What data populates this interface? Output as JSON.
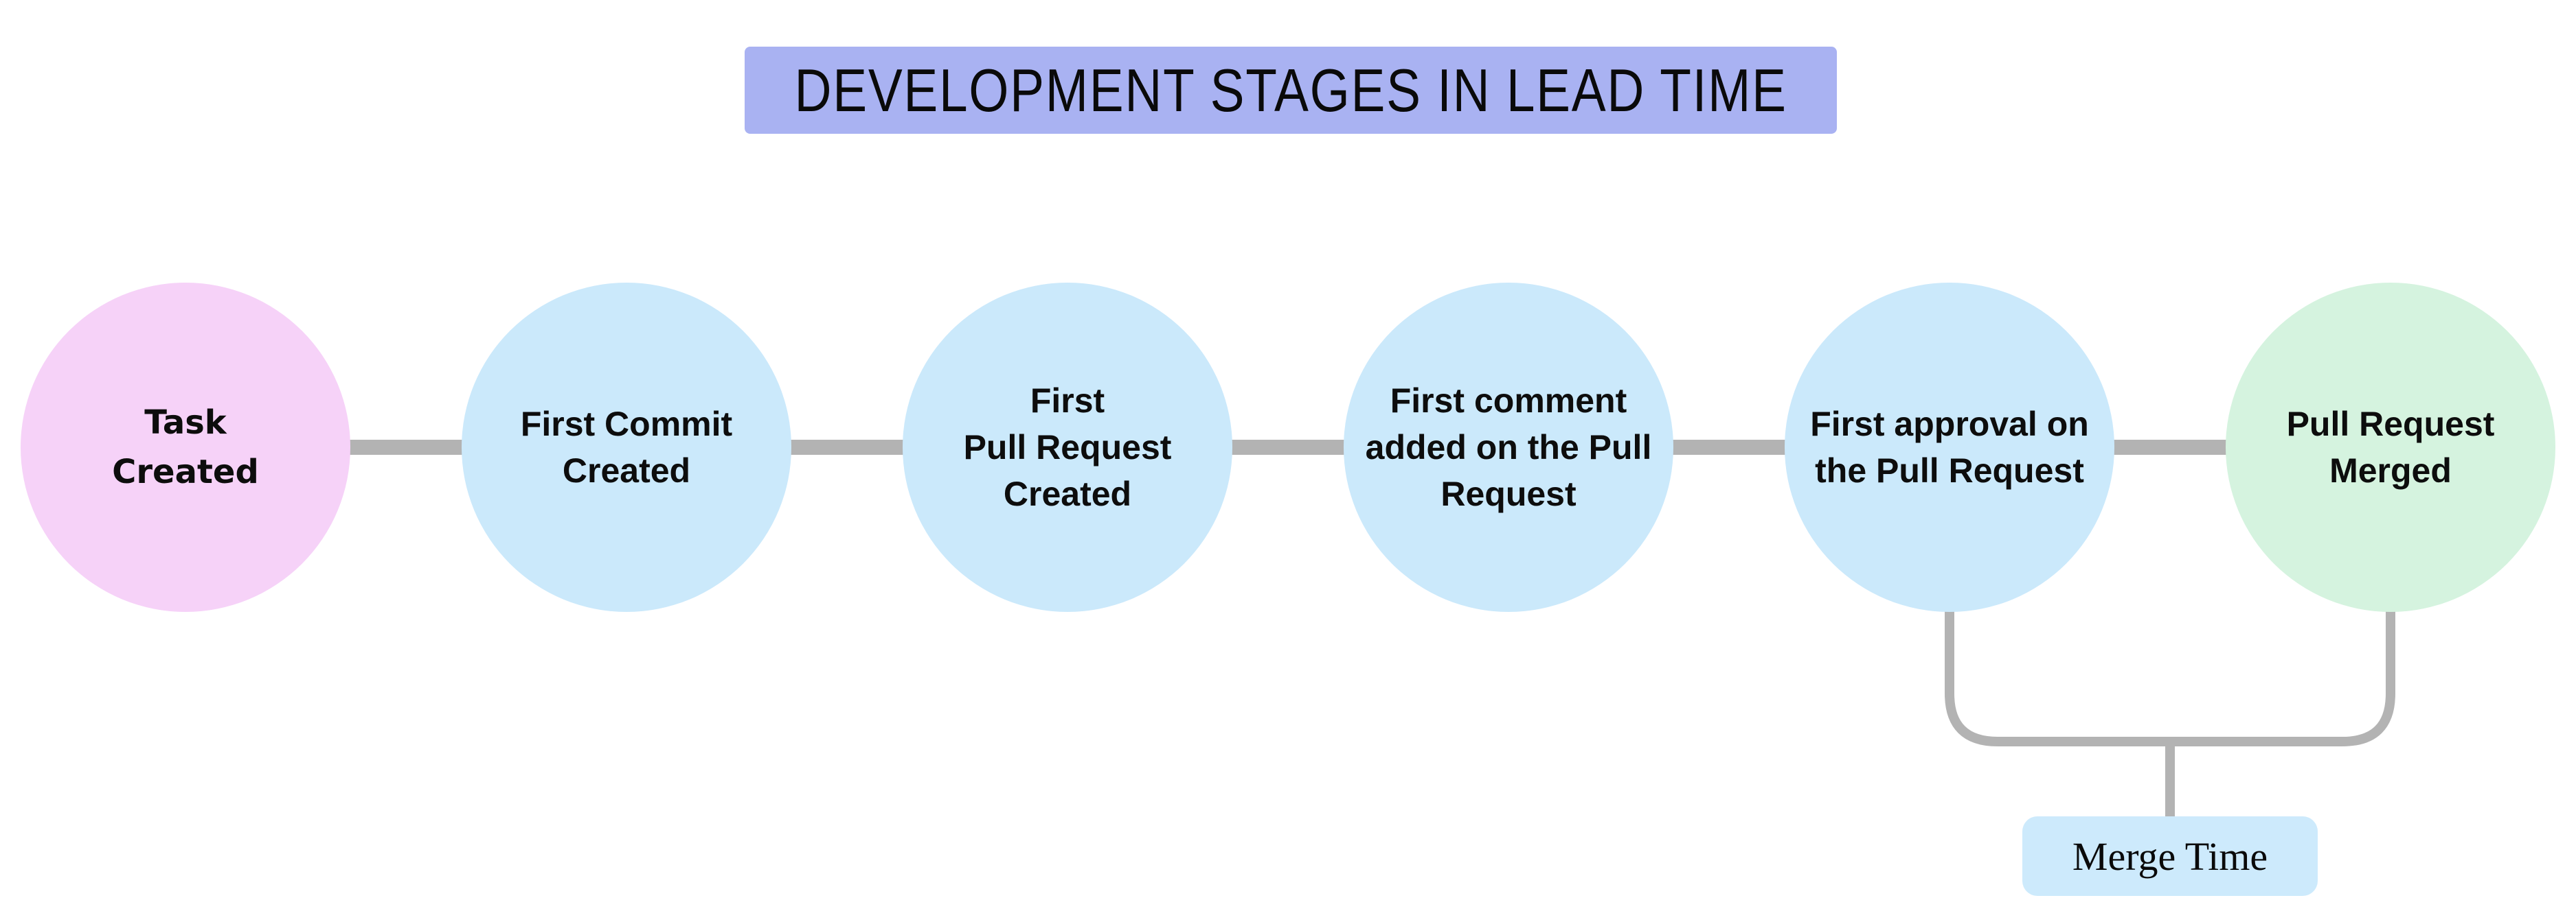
{
  "title": {
    "text": "DEVELOPMENT STAGES IN LEAD TIME",
    "bg_color": "#a9b2f2",
    "text_color": "#0a0a0a"
  },
  "stages": [
    {
      "label": "Task\nCreated",
      "color": "#f6d2f8",
      "emphasis": "bold"
    },
    {
      "label": "First Commit\nCreated",
      "color": "#cbe9fb",
      "emphasis": "semibold"
    },
    {
      "label": "First\nPull Request\nCreated",
      "color": "#cbe9fb",
      "emphasis": "semibold"
    },
    {
      "label": "First comment\nadded on the Pull\nRequest",
      "color": "#cbe9fb",
      "emphasis": "semibold"
    },
    {
      "label": "First approval on\nthe Pull Request",
      "color": "#cbe9fb",
      "emphasis": "semibold"
    },
    {
      "label": "Pull Request\nMerged",
      "color": "#d5f3df",
      "emphasis": "semibold"
    }
  ],
  "annotation": {
    "label": "Merge Time",
    "bg_color": "#cdeafc",
    "spans_stages": [
      "First approval on the Pull Request",
      "Pull Request Merged"
    ]
  },
  "colors": {
    "background": "#ffffff",
    "connector_gray": "#b3b3b3",
    "bracket_gray": "#b3b3b3",
    "text": "#0d0d0d"
  }
}
